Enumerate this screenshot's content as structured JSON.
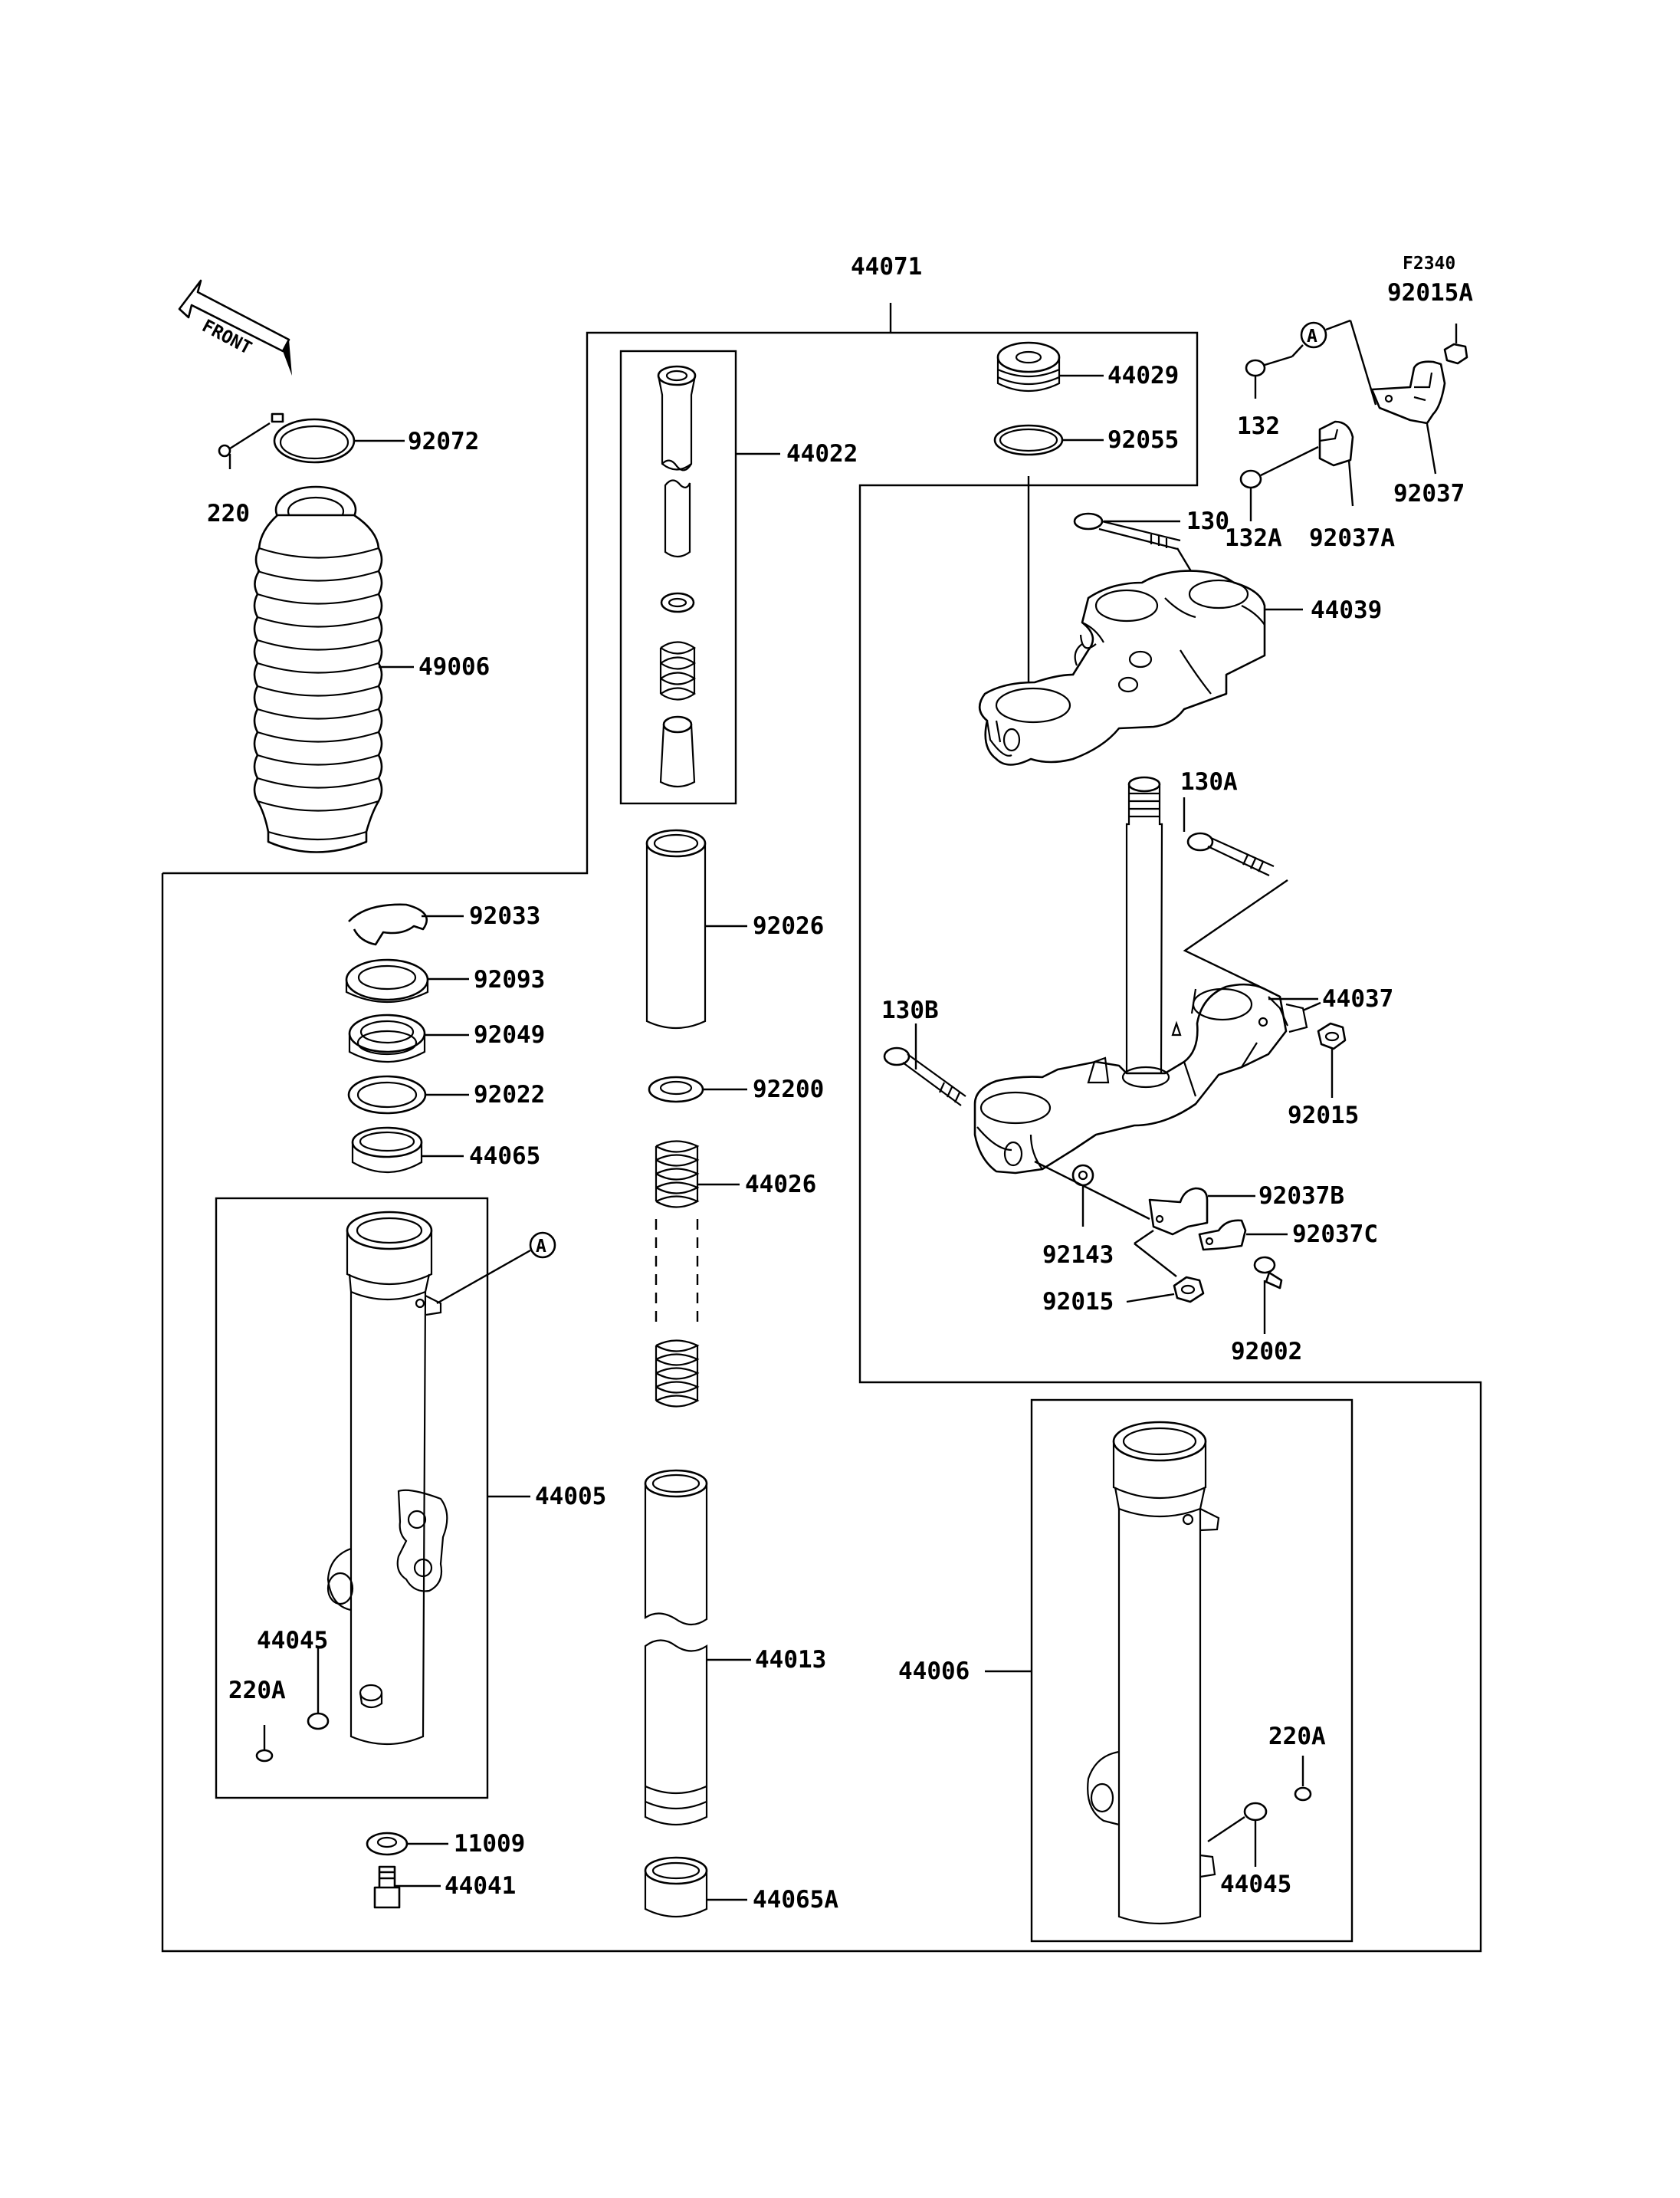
{
  "diagram_code": "F2340",
  "front_label": "FRONT",
  "ref_marker": "A",
  "labels": {
    "l44071": "44071",
    "l92015A": "92015A",
    "l92072": "92072",
    "l220": "220",
    "l49006": "49006",
    "l44022": "44022",
    "l44029": "44029",
    "l92055": "92055",
    "l132": "132",
    "l92037": "92037",
    "l132A": "132A",
    "l92037A": "92037A",
    "l130": "130",
    "l44039": "44039",
    "l130A": "130A",
    "l44037": "44037",
    "l130B": "130B",
    "l92015": "92015",
    "l92015b": "92015",
    "l92037B": "92037B",
    "l92037C": "92037C",
    "l92143": "92143",
    "l92002": "92002",
    "l92033": "92033",
    "l92093": "92093",
    "l92049": "92049",
    "l92022": "92022",
    "l44065": "44065",
    "l92026": "92026",
    "l92200": "92200",
    "l44026": "44026",
    "l44005": "44005",
    "l44045": "44045",
    "l220A": "220A",
    "l44013": "44013",
    "l11009": "11009",
    "l44041": "44041",
    "l44065A": "44065A",
    "l44006": "44006",
    "l220A_r": "220A",
    "l44045_r": "44045"
  }
}
